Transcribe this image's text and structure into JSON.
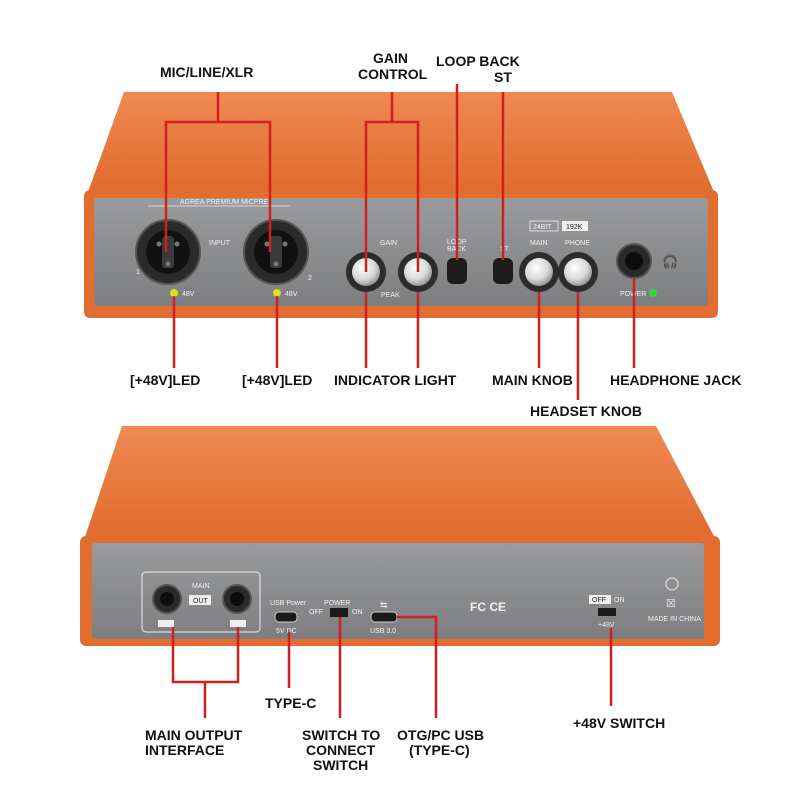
{
  "colors": {
    "chassis": "#e9743b",
    "chassis_top": "#e57a45",
    "panel": "#8c8d8f",
    "leader": "#d21f1f",
    "led_yellow": "#d7e21c",
    "led_green": "#39d23b"
  },
  "front": {
    "callouts": {
      "mic_line_xlr": "MIC/LINE/XLR",
      "gain_control_1": "GAIN",
      "gain_control_2": "CONTROL",
      "loop_back": "LOOP BACK",
      "st": "ST",
      "led_left": "[+48V]LED",
      "led_right": "[+48V]LED",
      "indicator_light": "INDICATOR LIGHT",
      "main_knob": "MAIN KNOB",
      "headphone_jack": "HEADPHONE JACK",
      "headset_knob": "HEADSET KNOB"
    },
    "panel": {
      "brand_strip": "AGREA PREMIUM MICPRE",
      "input": "INPUT",
      "ch1": "1",
      "ch2": "2",
      "v48_1": "48V",
      "v48_2": "48V",
      "gain": "GAIN",
      "gain_1": "1",
      "gain_2": "2",
      "peak": "PEAK",
      "loop_back_1": "LOOP",
      "loop_back_2": "BACK",
      "st": "ST",
      "bit": "24BIT",
      "khz": "192K",
      "main": "MAIN",
      "phone": "PHONE",
      "power": "POWER"
    }
  },
  "rear": {
    "callouts": {
      "main_output_1": "MAIN OUTPUT",
      "main_output_2": "INTERFACE",
      "type_c": "TYPE-C",
      "switch_1": "SWITCH TO",
      "switch_2": "CONNECT",
      "switch_3": "SWITCH",
      "otg_1": "OTG/PC USB",
      "otg_2": "(TYPE-C)",
      "v48_switch": "+48V SWITCH"
    },
    "panel": {
      "main": "MAIN",
      "out": "OUT",
      "usb_power": "USB Power",
      "dc": "5V DC",
      "power": "POWER",
      "off": "OFF",
      "on": "ON",
      "usb30": "USB 3.0",
      "certs": "FC CE",
      "sw_off": "OFF",
      "sw_on": "ON",
      "sw_48v": "+48V",
      "made_in": "MADE IN CHINA"
    }
  }
}
